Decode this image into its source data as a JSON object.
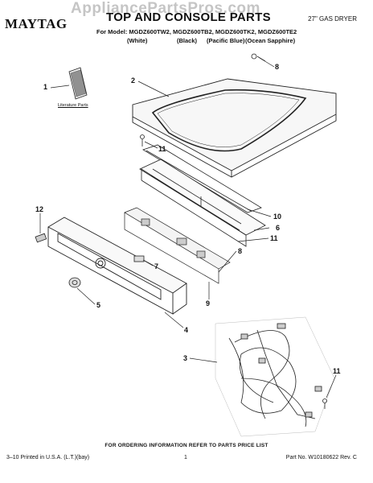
{
  "watermark": "AppliancePartsPros.com",
  "header": {
    "logo": "MAYTAG",
    "title": "TOP AND CONSOLE PARTS",
    "subtype": "27\" GAS DRYER",
    "models": "For Model: MGDZ600TW2, MGDZ600TB2, MGDZ600TK2, MGDZ600TE2",
    "colors": [
      "(White)",
      "(Black)",
      "(Pacific Blue)",
      "(Ocean Sapphire)"
    ]
  },
  "literature_label": "Literature Parts",
  "callouts": [
    "1",
    "2",
    "3",
    "4",
    "5",
    "6",
    "7",
    "8",
    "8",
    "9",
    "10",
    "11",
    "11",
    "11",
    "12"
  ],
  "footer": {
    "notice": "FOR ORDERING INFORMATION REFER TO PARTS PRICE LIST",
    "printed": "3–10 Printed in U.S.A. (L.T.)(bay)",
    "page": "1",
    "part_no": "Part No. W10180622 Rev. C"
  }
}
